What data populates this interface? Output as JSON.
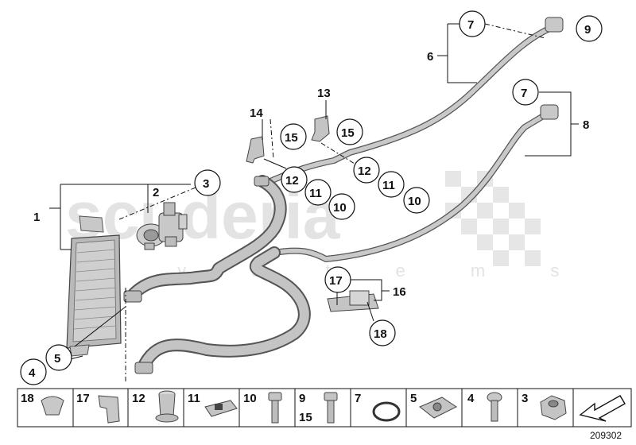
{
  "watermark": {
    "brand": "scuderia",
    "tagline": "s y s t e m s"
  },
  "callouts": {
    "c1": "1",
    "c2": "2",
    "c3": "3",
    "c4": "4",
    "c5": "5",
    "c6": "6",
    "c7a": "7",
    "c7b": "7",
    "c8": "8",
    "c9": "9",
    "c10a": "10",
    "c10b": "10",
    "c11a": "11",
    "c11b": "11",
    "c12a": "12",
    "c12b": "12",
    "c13": "13",
    "c14": "14",
    "c15a": "15",
    "c15b": "15",
    "c16": "16",
    "c17": "17",
    "c18": "18"
  },
  "parts_strip": {
    "cells": [
      {
        "number": "18",
        "part": "clip"
      },
      {
        "number": "17",
        "part": "bracket"
      },
      {
        "number": "12",
        "part": "sleeve"
      },
      {
        "number": "11",
        "part": "hose-clamp-block"
      },
      {
        "number": "10",
        "part": "bolt"
      },
      {
        "number": "9",
        "number2": "15",
        "part": "bolt"
      },
      {
        "number": "7",
        "part": "o-ring"
      },
      {
        "number": "5",
        "part": "nut-clip"
      },
      {
        "number": "4",
        "part": "screw"
      },
      {
        "number": "3",
        "part": "hex-nut"
      },
      {
        "number": "",
        "part": "arrow"
      }
    ]
  },
  "diagram_ref": "209302"
}
